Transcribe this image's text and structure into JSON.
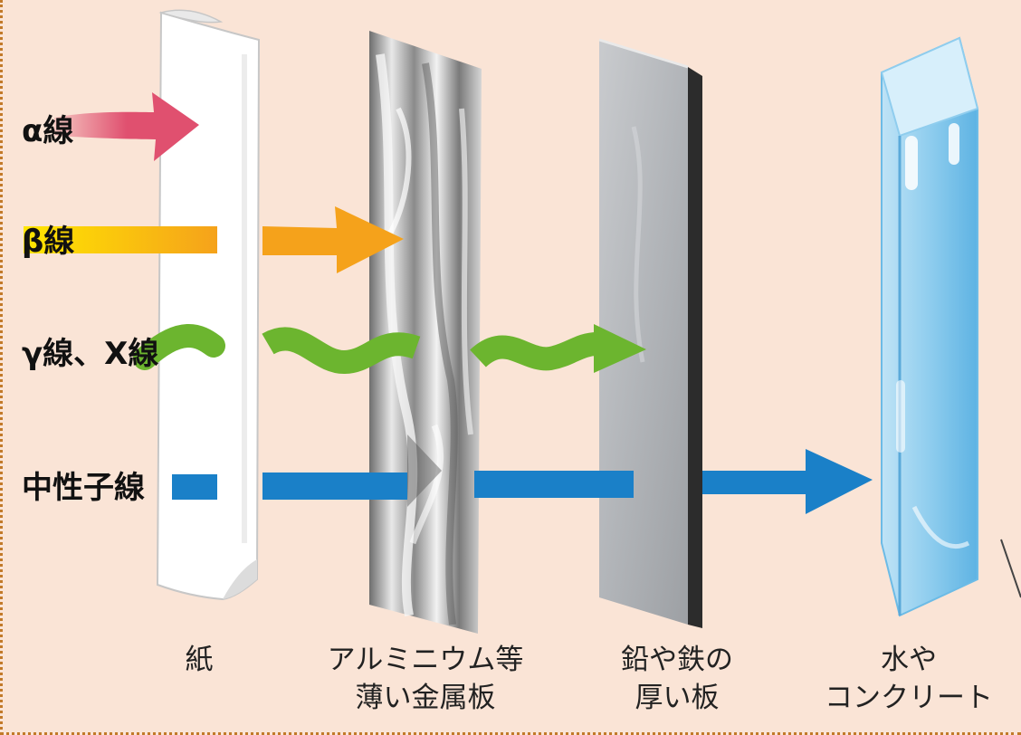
{
  "rays": {
    "alpha": "α線",
    "beta": "β線",
    "gamma_x": "γ線、X線",
    "neutron": "中性子線"
  },
  "shields": {
    "paper": {
      "line1": "紙",
      "line2": ""
    },
    "aluminum": {
      "line1": "アルミニウム等",
      "line2": "薄い金属板"
    },
    "lead_iron": {
      "line1": "鉛や鉄の",
      "line2": "厚い板"
    },
    "water_concrete": {
      "line1": "水や",
      "line2": "コンクリート"
    }
  },
  "colors": {
    "background": "#fae4d6",
    "border": "#c27a2a",
    "alpha": "#e0506f",
    "beta": "#f5a21b",
    "gamma": "#6cb52f",
    "neutron": "#1a80c8"
  }
}
